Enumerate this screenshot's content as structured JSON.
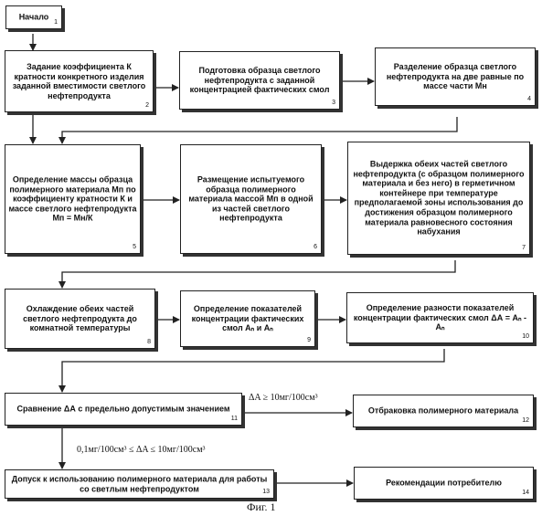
{
  "boxes": [
    {
      "id": "1",
      "text": "Начало"
    },
    {
      "id": "2",
      "text": "Задание коэффициента К кратности конкретного изделия заданной вместимости светлого нефтепродукта"
    },
    {
      "id": "3",
      "text": "Подготовка образца светлого нефтепродукта с заданной концентрацией фактических смол"
    },
    {
      "id": "4",
      "text": "Разделение образца светлого нефтепродукта на две равные по массе части Мн"
    },
    {
      "id": "5",
      "text": "Определение массы образца полимерного материала Мп по коэффициенту кратности К и массе светлого нефтепродукта Мп = Мн/К"
    },
    {
      "id": "6",
      "text": "Размещение испытуемого образца полимерного материала массой Мп в одной из частей светлого нефтепродукта"
    },
    {
      "id": "7",
      "text": "Выдержка обеих частей светлого нефтепродукта (с образцом полимерного материала и без него) в герметичном контейнере при температуре предполагаемой зоны использования до достижения образцом полимерного материала равновесного состояния набухания"
    },
    {
      "id": "8",
      "text": "Охлаждение обеих частей светлого нефтепродукта до комнатной температуры"
    },
    {
      "id": "9",
      "text": "Определение показателей концентрации фактических смол Аₙ и Аₙ"
    },
    {
      "id": "10",
      "text": "Определение разности показателей концентрации фактических смол ΔА = Аₙ - Аₙ"
    },
    {
      "id": "11",
      "text": "Сравнение ΔА с предельно допустимым значением"
    },
    {
      "id": "12",
      "text": "Отбраковка полимерного материала"
    },
    {
      "id": "13",
      "text": "Допуск к использованию полимерного материала для работы со светлым нефтепродуктом"
    },
    {
      "id": "14",
      "text": "Рекомендации потребителю"
    }
  ],
  "conditions": {
    "reject": "ΔA ≥ 10мг/100см³",
    "accept": "0,1мг/100см³ ≤ ΔA ≤ 10мг/100см³"
  },
  "caption": "Фиг. 1"
}
